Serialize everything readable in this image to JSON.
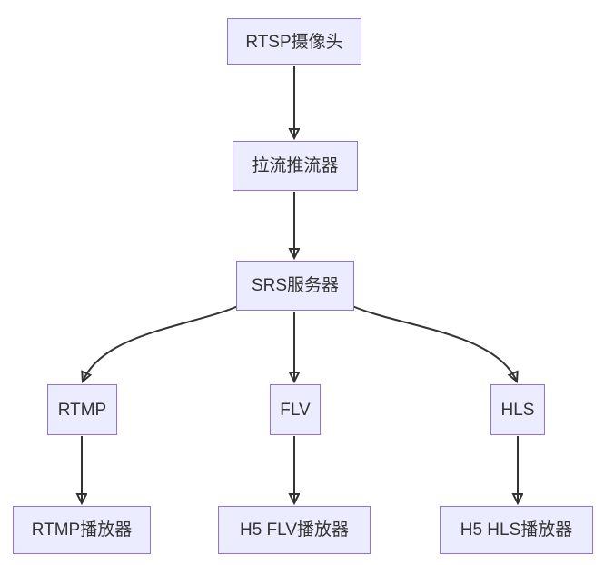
{
  "colors": {
    "node_fill": "#ECECFF",
    "node_border": "#9370DB",
    "edge_color": "#333333",
    "text_color": "#333333",
    "bg_color": "#ffffff"
  },
  "diagram": {
    "type": "flowchart",
    "direction": "top-down",
    "nodes": [
      {
        "id": "rtsp-camera",
        "label": "RTSP摄像头"
      },
      {
        "id": "stream-puller",
        "label": "拉流推流器"
      },
      {
        "id": "srs-server",
        "label": "SRS服务器"
      },
      {
        "id": "rtmp",
        "label": "RTMP"
      },
      {
        "id": "flv",
        "label": "FLV"
      },
      {
        "id": "hls",
        "label": "HLS"
      },
      {
        "id": "rtmp-player",
        "label": "RTMP播放器"
      },
      {
        "id": "flv-player",
        "label": "H5 FLV播放器"
      },
      {
        "id": "hls-player",
        "label": "H5 HLS播放器"
      }
    ],
    "edges": [
      {
        "from": "rtsp-camera",
        "to": "stream-puller",
        "style": "arrow"
      },
      {
        "from": "stream-puller",
        "to": "srs-server",
        "style": "arrow"
      },
      {
        "from": "srs-server",
        "to": "rtmp",
        "style": "arrow-curved"
      },
      {
        "from": "srs-server",
        "to": "flv",
        "style": "arrow"
      },
      {
        "from": "srs-server",
        "to": "hls",
        "style": "arrow-curved"
      },
      {
        "from": "rtmp",
        "to": "rtmp-player",
        "style": "arrow"
      },
      {
        "from": "flv",
        "to": "flv-player",
        "style": "arrow"
      },
      {
        "from": "hls",
        "to": "hls-player",
        "style": "arrow"
      }
    ]
  }
}
